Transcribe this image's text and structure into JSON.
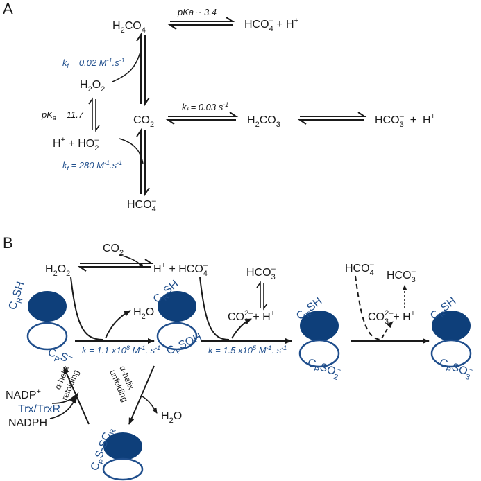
{
  "panels": {
    "a": "A",
    "b": "B"
  },
  "panel_a": {
    "h2co4": [
      "H",
      "2",
      "CO",
      "4"
    ],
    "hco4_h": [
      "HCO",
      "4",
      "–",
      " + H",
      "+"
    ],
    "pka_h2co4": "pKa ~ 3.4",
    "kf_h2o2": [
      "k",
      "f",
      " = 0.02 M",
      "-1",
      ".s",
      "-1"
    ],
    "h2o2": [
      "H",
      "2",
      "O",
      "2"
    ],
    "pka_h2o2": [
      "pK",
      "a",
      " = 11.7"
    ],
    "co2": [
      "CO",
      "2"
    ],
    "kf_co2": [
      "k",
      "f",
      " = 0.03 s",
      "-1"
    ],
    "h2co3": [
      "H",
      "2",
      "CO",
      "3"
    ],
    "hco3_h": [
      "HCO",
      "3",
      "–",
      "  +  H",
      "+"
    ],
    "ho2_h": [
      "H",
      "+",
      " + HO",
      "2",
      "–"
    ],
    "kf_ho2": [
      "k",
      "f",
      " = 280 M",
      "-1",
      ".s",
      "-1"
    ],
    "hco4_bottom": [
      "HCO",
      "4",
      "–"
    ]
  },
  "panel_b": {
    "co2": [
      "CO",
      "2"
    ],
    "h2o2": [
      "H",
      "2",
      "O",
      "2"
    ],
    "h_hco4": [
      "H",
      "+",
      " + HCO",
      "4",
      "–"
    ],
    "hco3_mid": [
      "HCO",
      "3",
      "–"
    ],
    "co3_h_mid": [
      "CO",
      "3",
      "2–",
      "+ H",
      "+"
    ],
    "hco4_right": [
      "HCO",
      "4",
      "–"
    ],
    "hco3_right": [
      "HCO",
      "3",
      "–"
    ],
    "co3_h_right": [
      "CO",
      "3",
      "2–",
      "+ H",
      "+"
    ],
    "h2o_1": [
      "H",
      "2",
      "O"
    ],
    "h2o_2": [
      "H",
      "2",
      "O"
    ],
    "rate_1": [
      "k = 1.1 x10",
      "8",
      " M",
      "-1",
      ". s",
      "-1"
    ],
    "rate_2": [
      "k = 1.5 x10",
      "5",
      " M",
      "-1",
      ". s",
      "-1"
    ],
    "crsh": [
      "C",
      "R",
      "SH"
    ],
    "cps": [
      "C",
      "P",
      "S",
      "–"
    ],
    "cpsoh": [
      "C",
      "P",
      "SOH"
    ],
    "cpso2": [
      "C",
      "P",
      "SO",
      "2",
      "–"
    ],
    "cpso3": [
      "C",
      "P",
      "SO",
      "3",
      "–"
    ],
    "disulfide": [
      "C",
      "P",
      "S-SC",
      "R"
    ],
    "refolding_1": "α-helix",
    "refolding_2": "refolding",
    "unfolding_1": "α-helix",
    "unfolding_2": "unfolding",
    "nadp": [
      "NADP",
      "+"
    ],
    "trx": "Trx/TrxR",
    "nadph": "NADPH"
  },
  "colors": {
    "blue": "#1f4e8c",
    "dark_blue": "#0e3f7a",
    "black": "#1a1a1a"
  }
}
